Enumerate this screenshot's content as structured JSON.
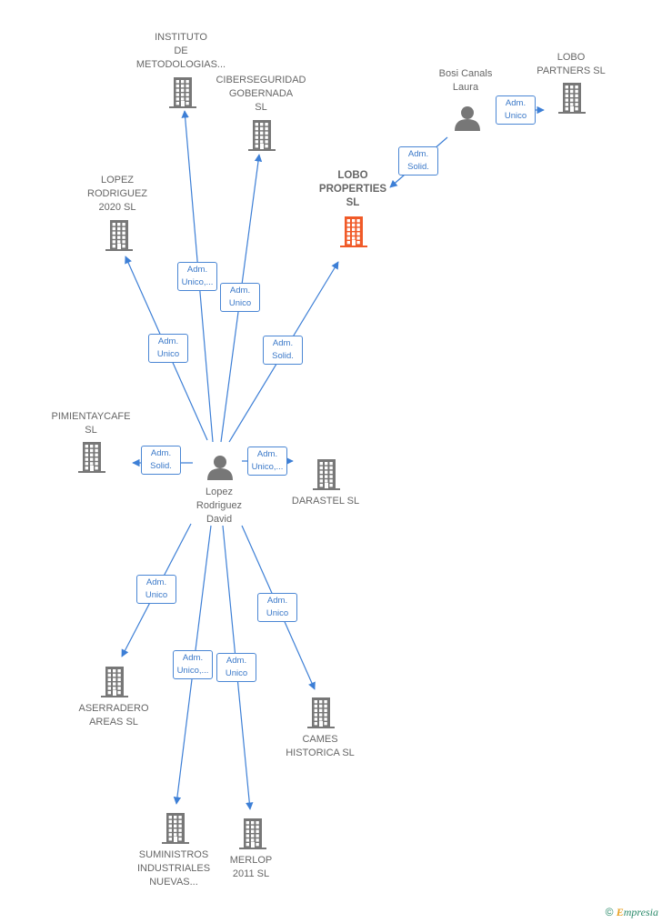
{
  "nodes": [
    {
      "id": "instituto",
      "label": "INSTITUTO\nDE\nMETODOLOGIAS...",
      "type": "company",
      "highlight": false
    },
    {
      "id": "ciberseguridad",
      "label": "CIBERSEGURIDAD\nGOBERNADA\nSL",
      "type": "company",
      "highlight": false
    },
    {
      "id": "lopez2020",
      "label": "LOPEZ\nRODRIGUEZ\n2020  SL",
      "type": "company",
      "highlight": false
    },
    {
      "id": "loboproperties",
      "label": "LOBO\nPROPERTIES\nSL",
      "type": "company",
      "highlight": true
    },
    {
      "id": "bosi",
      "label": "Bosi Canals\nLaura",
      "type": "person",
      "highlight": false
    },
    {
      "id": "lobopartners",
      "label": "LOBO\nPARTNERS  SL",
      "type": "company",
      "highlight": false
    },
    {
      "id": "pimienta",
      "label": "PIMIENTAYCAFE\nSL",
      "type": "company",
      "highlight": false
    },
    {
      "id": "david",
      "label": "Lopez\nRodriguez\nDavid",
      "type": "person",
      "highlight": false
    },
    {
      "id": "darastel",
      "label": "DARASTEL  SL",
      "type": "company",
      "highlight": false
    },
    {
      "id": "aserradero",
      "label": "ASERRADERO\nAREAS  SL",
      "type": "company",
      "highlight": false
    },
    {
      "id": "cames",
      "label": "CAMES\nHISTORICA  SL",
      "type": "company",
      "highlight": false
    },
    {
      "id": "suministros",
      "label": "SUMINISTROS\nINDUSTRIALES\nNUEVAS...",
      "type": "company",
      "highlight": false
    },
    {
      "id": "merlop",
      "label": "MERLOP\n2011 SL",
      "type": "company",
      "highlight": false
    }
  ],
  "edges": [
    {
      "from": "david",
      "to": "instituto",
      "label": "Adm.\nUnico,..."
    },
    {
      "from": "david",
      "to": "ciberseguridad",
      "label": "Adm.\nUnico"
    },
    {
      "from": "david",
      "to": "lopez2020",
      "label": "Adm.\nUnico"
    },
    {
      "from": "david",
      "to": "loboproperties",
      "label": "Adm.\nSolid."
    },
    {
      "from": "bosi",
      "to": "loboproperties",
      "label": "Adm.\nSolid."
    },
    {
      "from": "bosi",
      "to": "lobopartners",
      "label": "Adm.\nUnico"
    },
    {
      "from": "david",
      "to": "pimienta",
      "label": "Adm.\nSolid."
    },
    {
      "from": "david",
      "to": "darastel",
      "label": "Adm.\nUnico,..."
    },
    {
      "from": "david",
      "to": "aserradero",
      "label": "Adm.\nUnico"
    },
    {
      "from": "david",
      "to": "cames",
      "label": "Adm.\nUnico"
    },
    {
      "from": "david",
      "to": "suministros",
      "label": "Adm.\nUnico,..."
    },
    {
      "from": "david",
      "to": "merlop",
      "label": "Adm.\nUnico"
    }
  ],
  "colors": {
    "edge": "#3d7fd6",
    "company": "#777777",
    "highlight": "#f05a28",
    "person": "#777777"
  },
  "icons": {
    "company": "building-icon",
    "person": "person-icon"
  },
  "footer": {
    "copyright": "©",
    "brand_initial": "E",
    "brand_rest": "mpresia"
  }
}
